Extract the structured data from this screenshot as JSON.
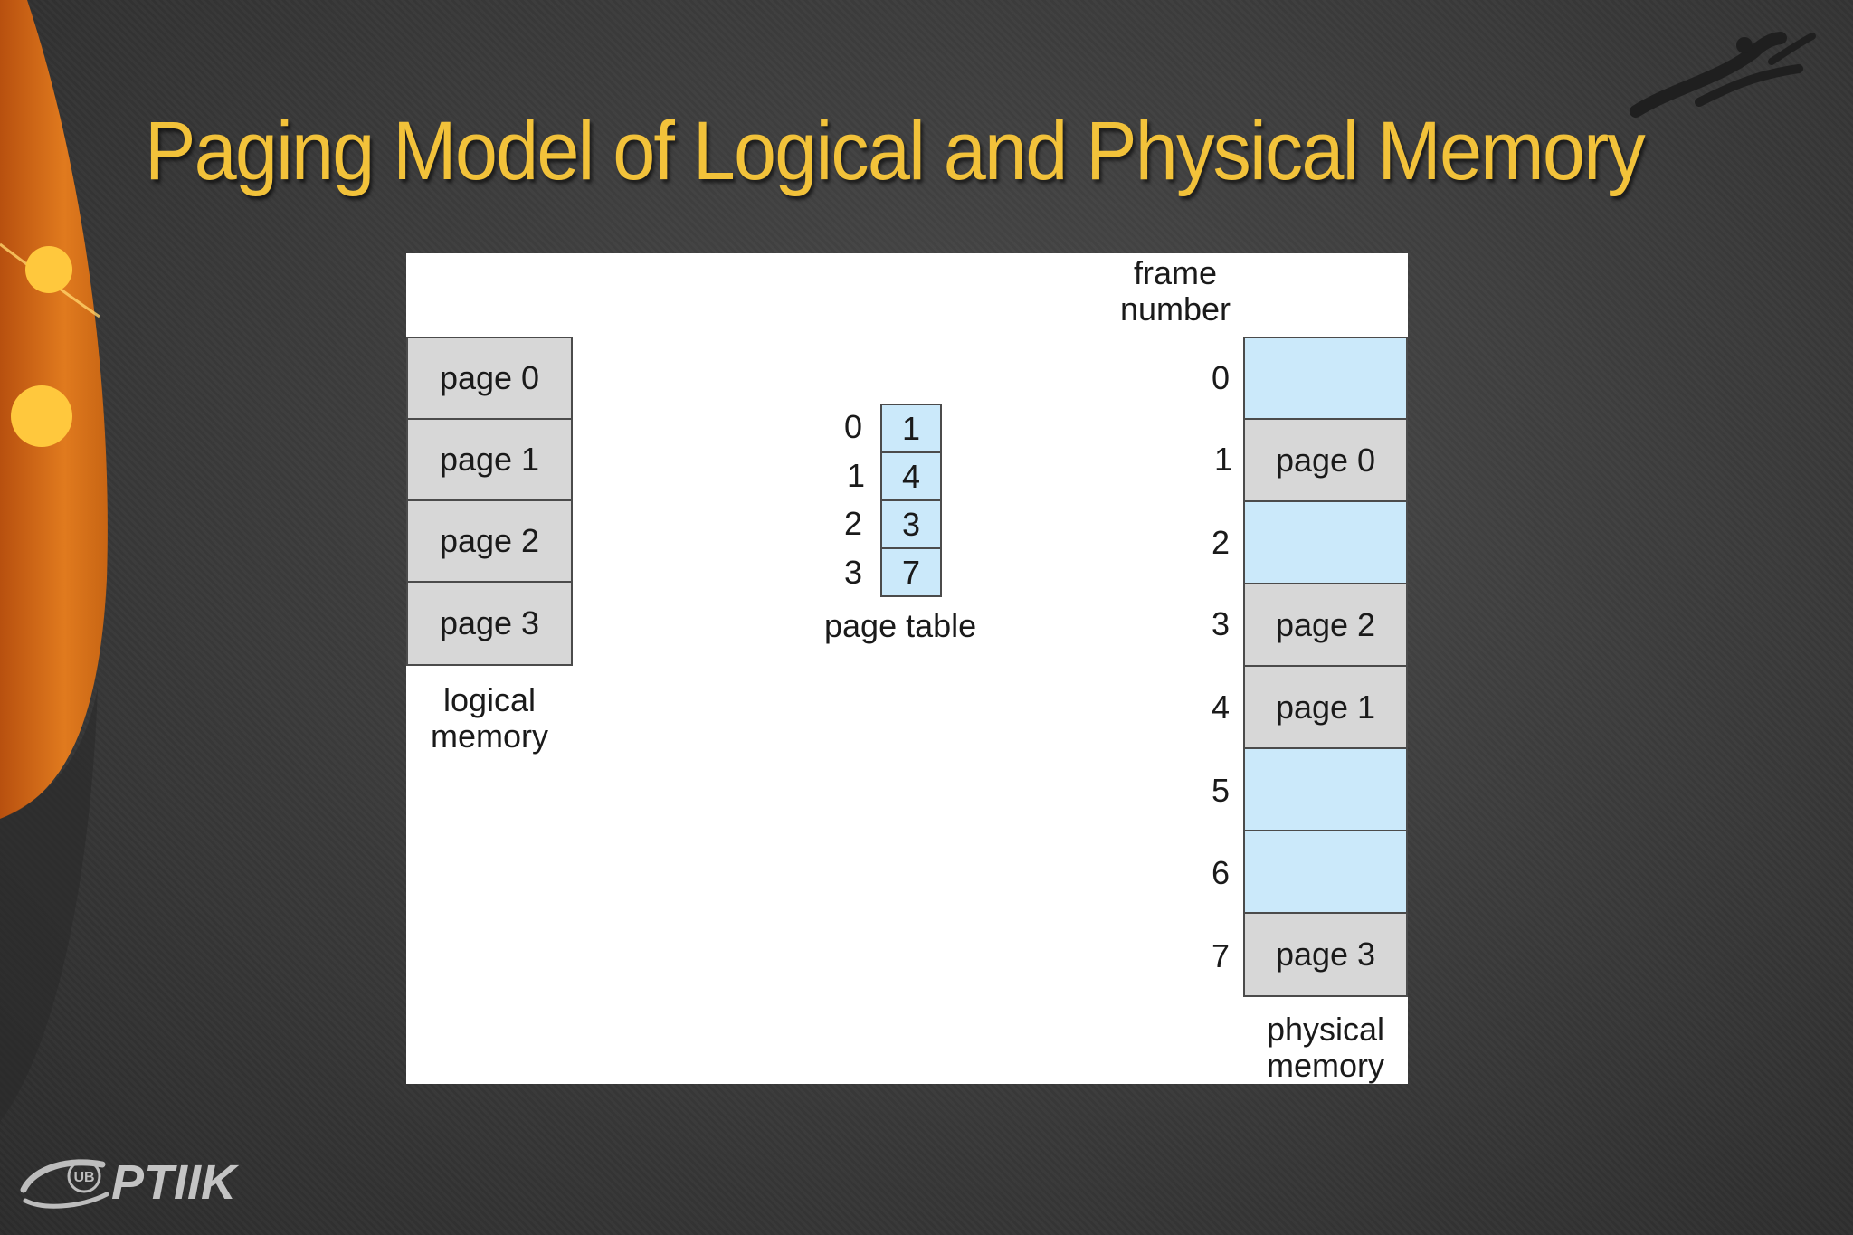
{
  "slide": {
    "title": "Paging Model of Logical and Physical Memory",
    "accent_color": "#f2c23a"
  },
  "diagram": {
    "logical_memory": {
      "pages": [
        "page 0",
        "page 1",
        "page 2",
        "page 3"
      ],
      "label_line1": "logical",
      "label_line2": "memory"
    },
    "page_table": {
      "indices": [
        "0",
        "1",
        "2",
        "3"
      ],
      "frames": [
        "1",
        "4",
        "3",
        "7"
      ],
      "label": "page table"
    },
    "physical_memory": {
      "header_line1": "frame",
      "header_line2": "number",
      "frame_numbers": [
        "0",
        "1",
        "2",
        "3",
        "4",
        "5",
        "6",
        "7"
      ],
      "frames": [
        "",
        "page 0",
        "",
        "page 2",
        "page 1",
        "",
        "",
        "page 3"
      ],
      "label_line1": "physical",
      "label_line2": "memory"
    },
    "colors": {
      "page_fill": "#d7d7d7",
      "frame_fill": "#cbe9fa"
    }
  },
  "footer": {
    "logo_text": "PTIIK",
    "badge_text": "UB"
  }
}
